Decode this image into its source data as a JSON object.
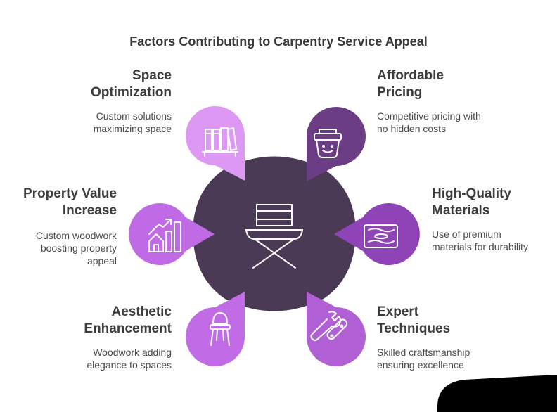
{
  "title": "Factors Contributing to Carpentry Service Appeal",
  "colors": {
    "center": "#4a3a55",
    "space": "#dc98f2",
    "pricing": "#6a3d85",
    "property": "#c06ae6",
    "materials": "#8e44b7",
    "aesthetic": "#c16be6",
    "techniques": "#b05fd5",
    "icon_stroke": "#ffffff",
    "corner_blob": "#000000"
  },
  "center_icon": "directors-chair-icon",
  "factors": {
    "space": {
      "heading1": "Space",
      "heading2": "Optimization",
      "desc1": "Custom solutions",
      "desc2": "maximizing space",
      "icon": "bookshelf-icon"
    },
    "pricing": {
      "heading1": "Affordable",
      "heading2": "Pricing",
      "desc1": "Competitive pricing with",
      "desc2": "no hidden costs",
      "icon": "smiling-basket-icon"
    },
    "property": {
      "heading1": "Property Value",
      "heading2": "Increase",
      "desc1": "Custom woodwork",
      "desc2": "boosting property",
      "desc3": "appeal",
      "icon": "house-growth-chart-icon"
    },
    "materials": {
      "heading1": "High-Quality",
      "heading2": "Materials",
      "desc1": "Use of premium",
      "desc2": "materials for durability",
      "icon": "wood-plank-icon"
    },
    "aesthetic": {
      "heading1": "Aesthetic",
      "heading2": "Enhancement",
      "desc1": "Woodwork adding",
      "desc2": "elegance to spaces",
      "icon": "chair-icon"
    },
    "techniques": {
      "heading1": "Expert",
      "heading2": "Techniques",
      "desc1": "Skilled craftsmanship",
      "desc2": "ensuring excellence",
      "icon": "wrench-tools-icon"
    }
  }
}
